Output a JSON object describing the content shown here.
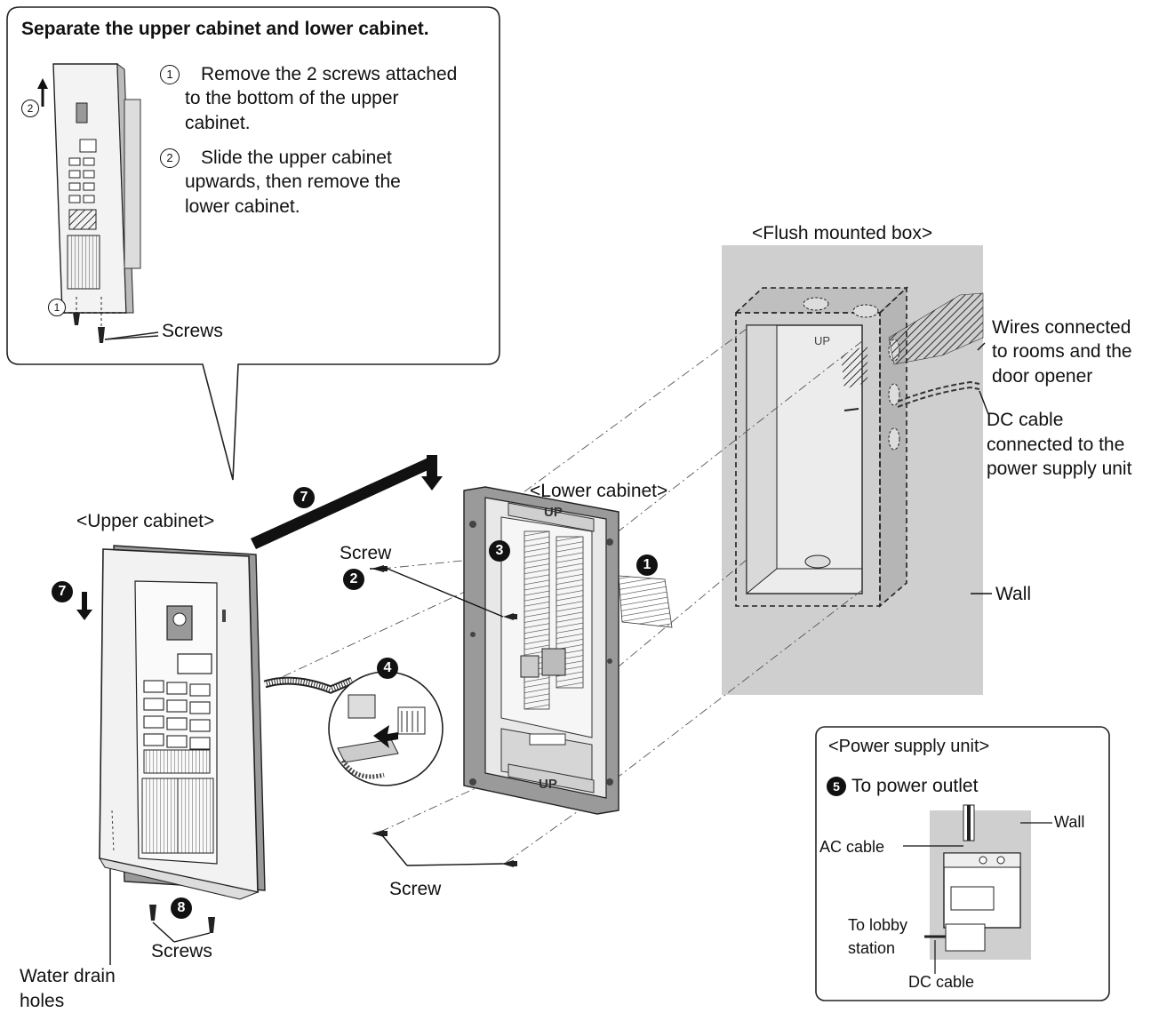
{
  "callout": {
    "title": "Separate the upper cabinet and lower cabinet.",
    "step1": {
      "num": "1",
      "text_line1": "Remove the 2 screws attached",
      "text_line2": "to the bottom of the upper",
      "text_line3": "cabinet."
    },
    "step2": {
      "num": "2",
      "text_line1": "Slide the upper cabinet",
      "text_line2": "upwards, then remove the",
      "text_line3": "lower cabinet."
    },
    "marker1": "1",
    "marker2": "2",
    "screws_label": "Screws"
  },
  "labels": {
    "flush_box": "<Flush mounted box>",
    "wires_line1": "Wires connected",
    "wires_line2": "to rooms and the",
    "wires_line3": "door opener",
    "dc_line1": "DC cable",
    "dc_line2": "connected to the",
    "dc_line3": "power supply unit",
    "wall": "Wall",
    "lower_cabinet": "<Lower cabinet>",
    "upper_cabinet": "<Upper cabinet>",
    "screw_top": "Screw",
    "screw_bottom": "Screw",
    "screws_bottom": "Screws",
    "water_line1": "Water drain",
    "water_line2": "holes",
    "lower_up_top": "UP",
    "lower_up_bottom": "UP",
    "box_up": "UP"
  },
  "badges": {
    "b1": "1",
    "b2": "2",
    "b3": "3",
    "b4": "4",
    "b7a": "7",
    "b7b": "7",
    "b8": "8"
  },
  "power": {
    "title": "<Power supply unit>",
    "step_badge": "5",
    "step_text": "To power outlet",
    "wall": "Wall",
    "ac_cable": "AC cable",
    "lobby_line1": "To lobby",
    "lobby_line2": "station",
    "dc_cable": "DC cable"
  },
  "colors": {
    "wall_gray": "#cfcfcf",
    "ink": "#111111",
    "panel_gray": "#e6e6e6"
  }
}
